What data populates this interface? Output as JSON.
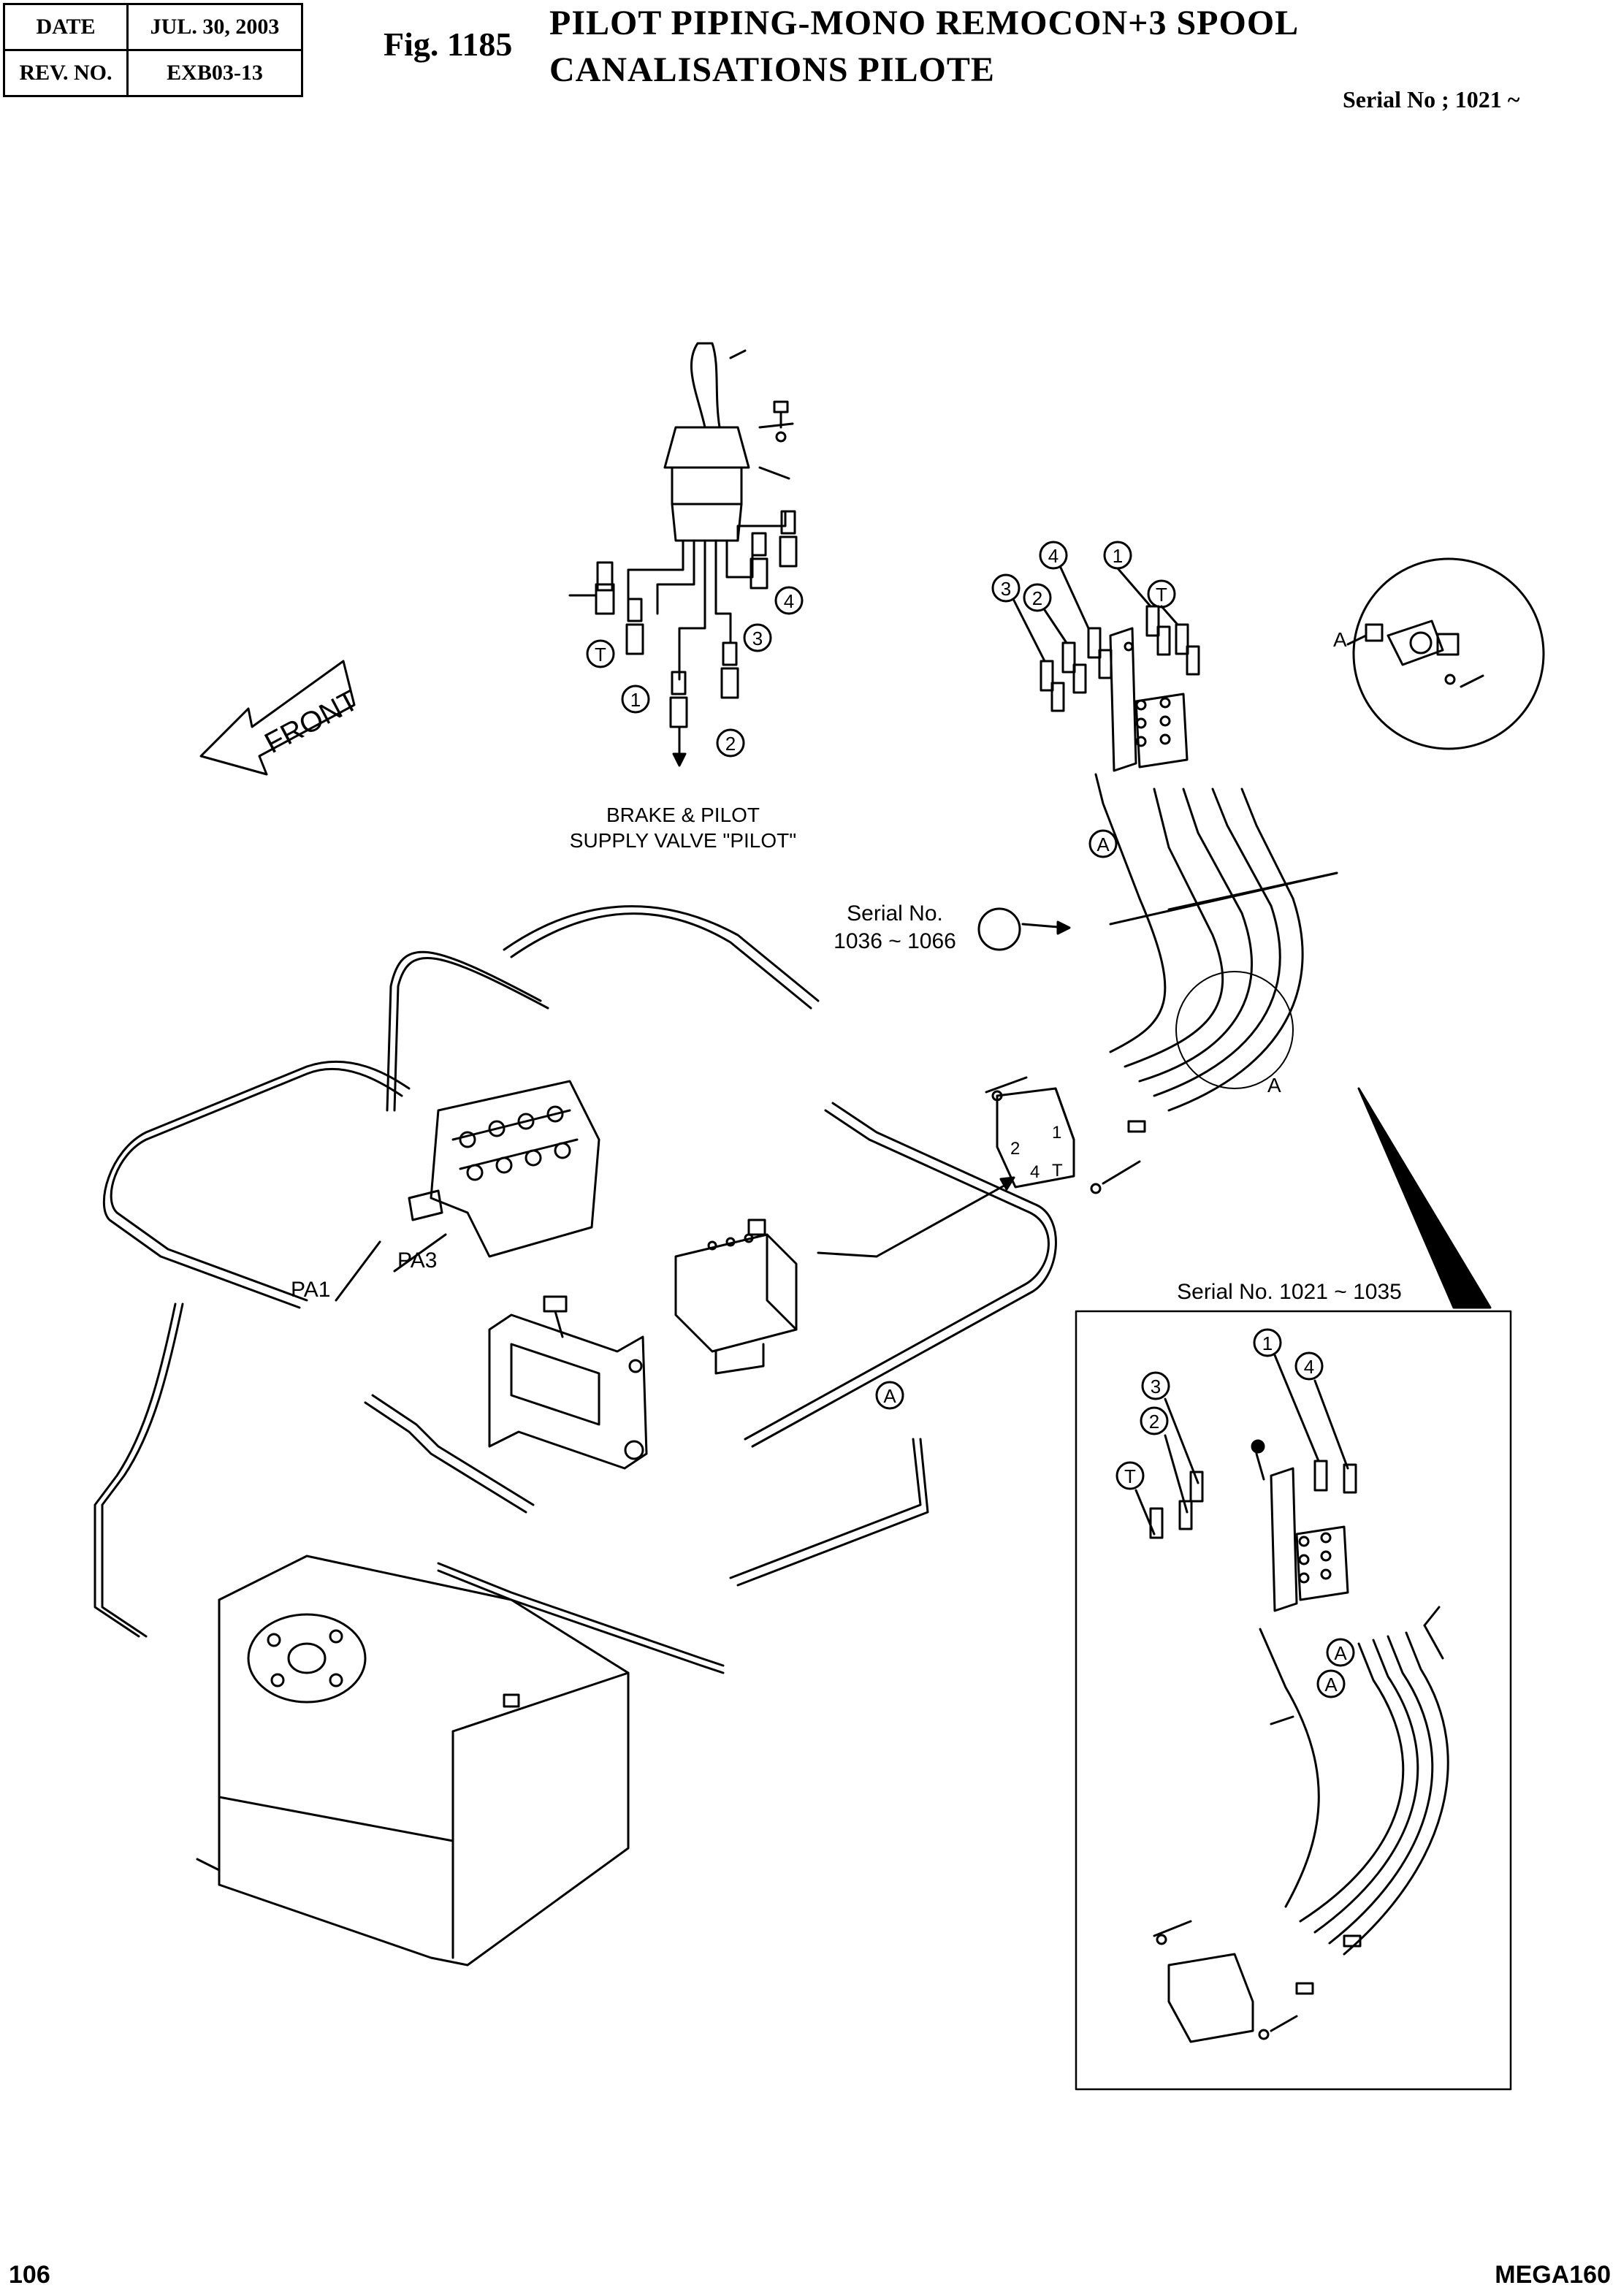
{
  "header": {
    "date_label": "DATE",
    "date_value": "JUL. 30, 2003",
    "rev_label": "REV. NO.",
    "rev_value": "EXB03-13"
  },
  "figure": {
    "number": "Fig. 1185",
    "title_line1": "PILOT PIPING-MONO REMOCON+3 SPOOL",
    "title_line2": "CANALISATIONS PILOTE",
    "serial": "Serial No ; 1021 ~"
  },
  "labels": {
    "front": "FRONT",
    "brake_line1": "BRAKE & PILOT",
    "brake_line2": "SUPPLY VALVE \"PILOT\"",
    "serial_mid_line1": "Serial No.",
    "serial_mid_line2": "1036 ~ 1066",
    "serial_inset": "Serial No. 1021 ~ 1035",
    "pa1": "PA1",
    "pa3": "PA3",
    "detail_a": "A",
    "port_1": "1",
    "port_2": "2",
    "port_3": "3",
    "port_4": "4",
    "port_t": "T"
  },
  "callouts": {
    "one": "1",
    "two": "2",
    "three": "3",
    "four": "4",
    "t": "T",
    "a": "A"
  },
  "footer": {
    "page": "106",
    "model": "MEGA160"
  }
}
